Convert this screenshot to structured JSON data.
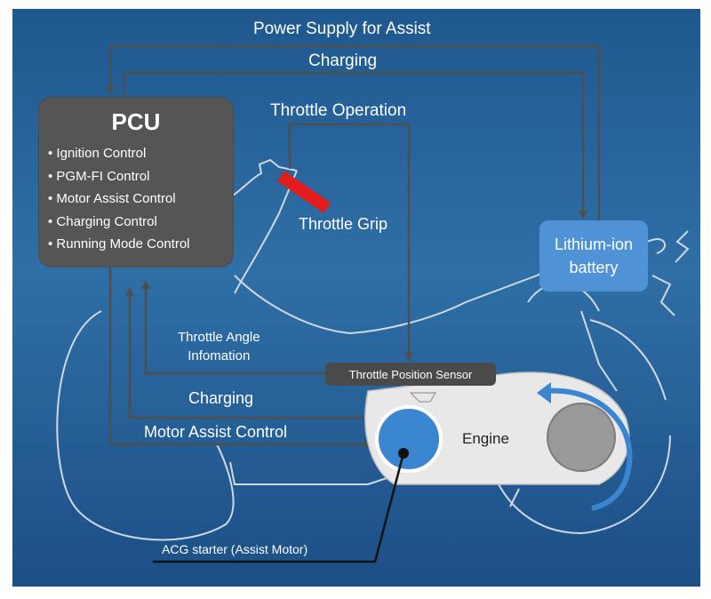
{
  "top_labels": {
    "power_supply": "Power Supply for Assist",
    "charging_top": "Charging",
    "throttle_operation": "Throttle Operation"
  },
  "pcu": {
    "title": "PCU",
    "items": [
      "• Ignition Control",
      "• PGM-FI Control",
      "• Motor Assist Control",
      "• Charging Control",
      "• Running Mode Control"
    ]
  },
  "throttle_grip": "Throttle Grip",
  "battery": {
    "line1": "Lithium-ion",
    "line2": "battery"
  },
  "throttle_angle": {
    "line1": "Throttle Angle",
    "line2": "Infomation"
  },
  "sensor": "Throttle Position Sensor",
  "charging_bottom": "Charging",
  "motor_assist": "Motor Assist Control",
  "engine": "Engine",
  "acg_starter": "ACG starter (Assist Motor)",
  "colors": {
    "background": "#2a64a0",
    "pcu_box": "#555555",
    "battery": "#4f93d6",
    "motor": "#3a86d0",
    "throttle_grip_accent": "#e21b1b",
    "flow_lines": "#4e4e4e",
    "outline": "#cfd8e4"
  }
}
